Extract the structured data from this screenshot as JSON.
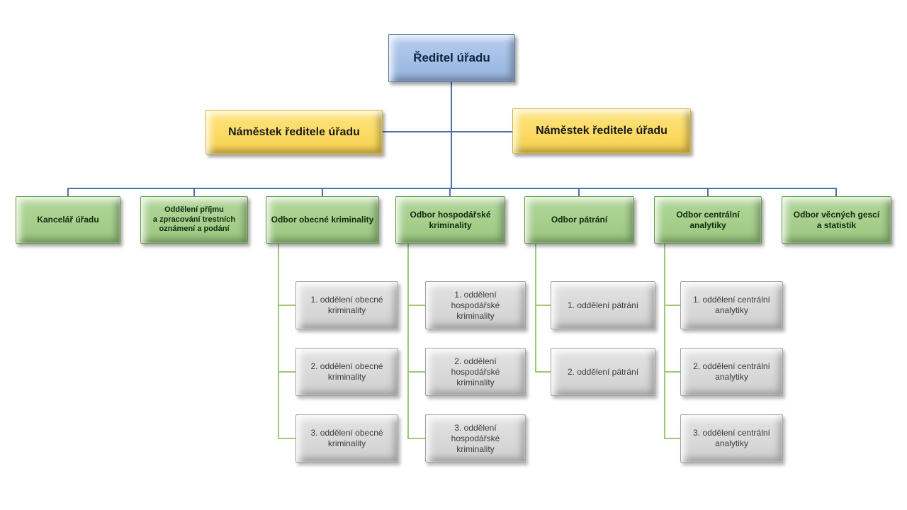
{
  "root": {
    "label": "Ředitel úřadu"
  },
  "deputies": [
    {
      "label": "Náměstek ředitele úřadu"
    },
    {
      "label": "Náměstek ředitele úřadu"
    }
  ],
  "departments": [
    {
      "label": "Kancelář úřadu",
      "children": []
    },
    {
      "label": "Oddělení příjmu\na zpracování trestních\noznámení a podání",
      "children": []
    },
    {
      "label": "Odbor obecné kriminality",
      "children": [
        "1. oddělení obecné\nkriminality",
        "2. oddělení obecné\nkriminality",
        "3. oddělení obecné\nkriminality"
      ]
    },
    {
      "label": "Odbor hospodářské\nkriminality",
      "children": [
        "1. oddělení hospodářské\nkriminality",
        "2. oddělení hospodářské\nkriminality",
        "3. oddělení hospodářské\nkriminality"
      ]
    },
    {
      "label": "Odbor pátrání",
      "children": [
        "1. oddělení pátrání",
        "2. oddělení pátrání"
      ]
    },
    {
      "label": "Odbor centrální analytiky",
      "children": [
        "1. oddělení centrální\nanalytiky",
        "2. oddělení centrální\nanalytiky",
        "3. oddělení centrální\nanalytiky"
      ]
    },
    {
      "label": "Odbor věcných gescí\na statistik",
      "children": []
    }
  ],
  "colors": {
    "root_fill": "#a3bfe6",
    "root_border": "#50749f",
    "deputy_fill": "#fbdb64",
    "deputy_border": "#d8ae35",
    "department_fill": "#a6cf8c",
    "department_border": "#5d9b45",
    "unit_fill": "#d9d9d9",
    "unit_border": "#a3a3a3",
    "connector_blue": "#4a71a8",
    "connector_green": "#9cc878"
  }
}
